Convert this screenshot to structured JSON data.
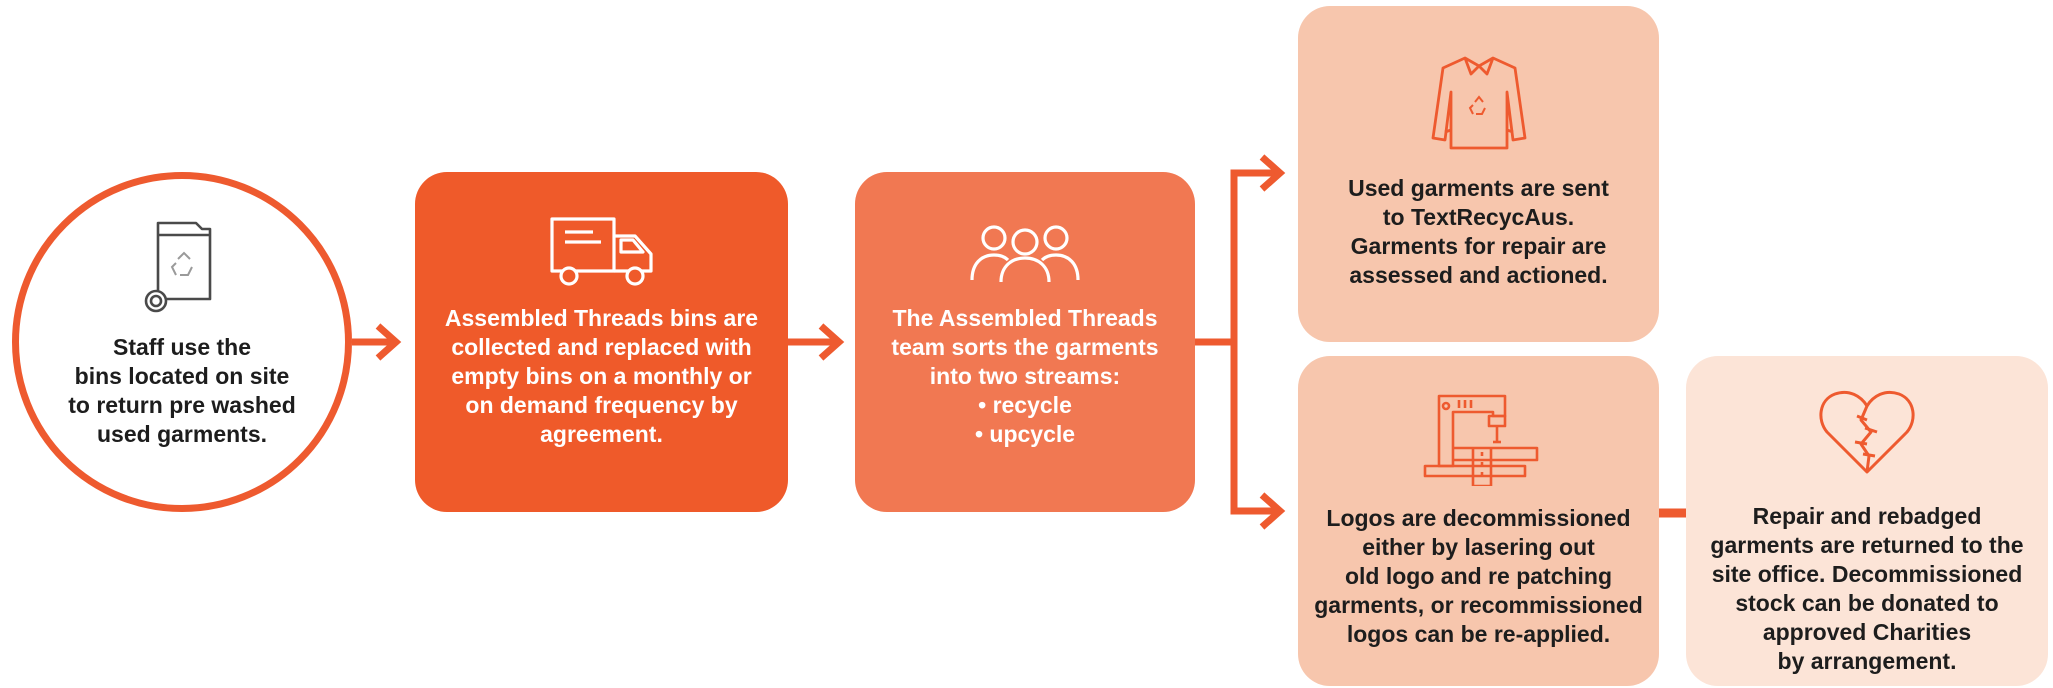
{
  "colors": {
    "primary": "#ee5a2f",
    "medium": "#f17852",
    "light": "#f7c6ad",
    "lighter": "#fce4d7",
    "text_dark": "#1d1d1d"
  },
  "nodes": {
    "staff": {
      "icon": "recycling-bin-icon",
      "lines": [
        "Staff use the",
        "bins located on site",
        "to return "
      ],
      "bold": "pre washed",
      "last": "used garments."
    },
    "collection": {
      "icon": "delivery-truck-icon",
      "lines": [
        "Assembled Threads bins are",
        "collected and replaced with",
        "empty bins on a monthly or",
        "on demand frequency by",
        "agreement."
      ]
    },
    "sorting": {
      "icon": "team-people-icon",
      "lines": [
        "The Assembled Threads",
        "team sorts the garments",
        "into two streams:"
      ],
      "bullets": [
        "recycle",
        "upcycle"
      ]
    },
    "recycle": {
      "icon": "recycled-shirt-icon",
      "lines": [
        "Used garments are sent",
        "to TextRecycAus.",
        "Garments for repair are",
        "assessed and actioned."
      ]
    },
    "upcycle": {
      "icon": "sewing-machine-icon",
      "lines": [
        "Logos are decommissioned",
        "either by lasering out",
        "old logo and re patching",
        "garments, or recommissioned",
        "logos can be re-applied."
      ]
    },
    "return": {
      "icon": "stitched-heart-icon",
      "lines": [
        "Repair and rebadged",
        "garments are returned to the",
        "site office. Decommissioned",
        "stock can be donated to",
        "approved Charities",
        "by arrangement."
      ]
    }
  }
}
